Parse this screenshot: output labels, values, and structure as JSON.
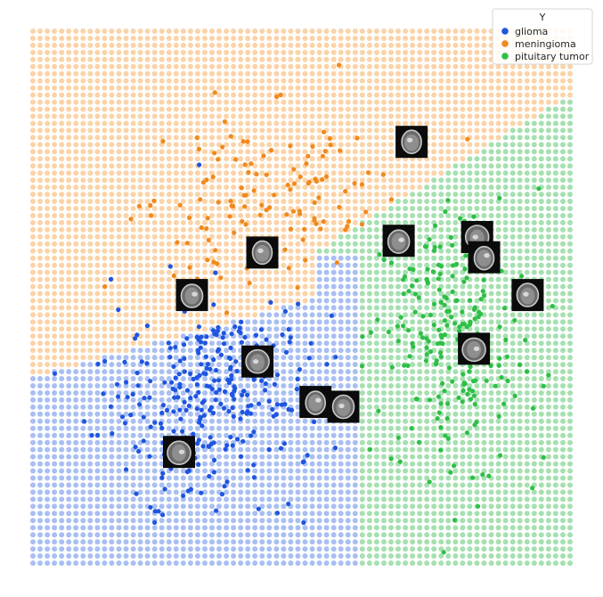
{
  "chart_data": {
    "type": "scatter",
    "title": "",
    "xlabel": "",
    "ylabel": "",
    "axes_visible": false,
    "grid": false,
    "background": "decision regions drawn as a regular lattice of light dots coloured by predicted class",
    "xlim": [
      0,
      100
    ],
    "ylim": [
      0,
      100
    ],
    "legend": {
      "title": "Y",
      "placement": "top-right",
      "entries": [
        "glioma",
        "meningioma",
        "pituitary tumor"
      ]
    },
    "colors": {
      "glioma": "#1f55e0",
      "meningioma": "#f08a1e",
      "pituitary tumor": "#2fbf46",
      "glioma_region": "#a9bff2",
      "meningioma_region": "#fbd3a8",
      "pituitary_region": "#a6e0b0"
    },
    "series": [
      {
        "name": "glioma",
        "points": 300,
        "center": [
          33,
          33
        ],
        "spread": [
          10,
          11
        ]
      },
      {
        "name": "meningioma",
        "points": 130,
        "center": [
          42,
          66
        ],
        "spread": [
          13,
          9
        ]
      },
      {
        "name": "pituitary tumor",
        "points": 220,
        "center": [
          78,
          42
        ],
        "spread": [
          8,
          14
        ]
      }
    ],
    "image_thumbnails": [
      {
        "x": 70.5,
        "y": 79.2,
        "label": "meningioma"
      },
      {
        "x": 68.1,
        "y": 60.6,
        "label": "pituitary tumor"
      },
      {
        "x": 82.7,
        "y": 61.3,
        "label": "pituitary tumor"
      },
      {
        "x": 84.0,
        "y": 57.5,
        "label": "pituitary tumor"
      },
      {
        "x": 92.1,
        "y": 50.4,
        "label": "pituitary tumor"
      },
      {
        "x": 82.1,
        "y": 40.3,
        "label": "pituitary tumor"
      },
      {
        "x": 42.7,
        "y": 58.4,
        "label": "meningioma"
      },
      {
        "x": 29.6,
        "y": 50.4,
        "label": "glioma"
      },
      {
        "x": 41.8,
        "y": 37.9,
        "label": "glioma"
      },
      {
        "x": 52.6,
        "y": 30.3,
        "label": "glioma"
      },
      {
        "x": 57.8,
        "y": 29.4,
        "label": "glioma"
      },
      {
        "x": 27.2,
        "y": 20.9,
        "label": "glioma"
      }
    ]
  }
}
